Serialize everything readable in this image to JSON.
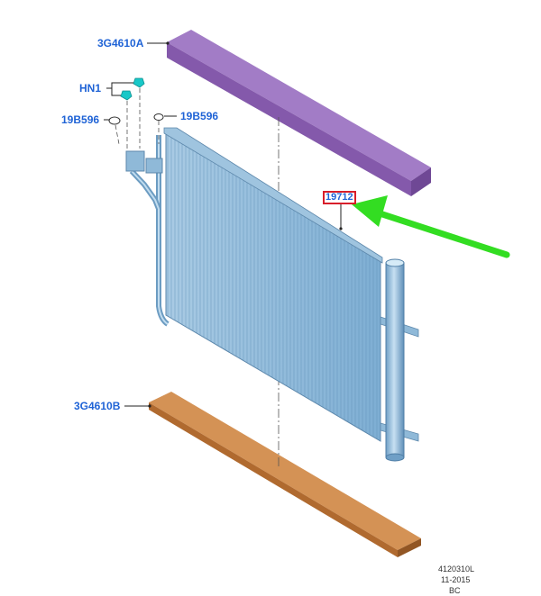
{
  "callouts": {
    "top_seal": "3G4610A",
    "fitting_nuts": "HN1",
    "oring_left": "19B596",
    "oring_right": "19B596",
    "condenser": "19712",
    "bottom_seal": "3G4610B"
  },
  "footer": {
    "code": "4120310L",
    "date": "11-2015",
    "rev": "BC"
  },
  "colors": {
    "callout_text": "#1f63d6",
    "top_seal": "#8b60b0",
    "bottom_seal": "#c27a3a",
    "condenser": "#8fb9d8",
    "highlight_box": "#d81e2a",
    "arrow": "#33dd22",
    "nut": "#19c8c8"
  }
}
